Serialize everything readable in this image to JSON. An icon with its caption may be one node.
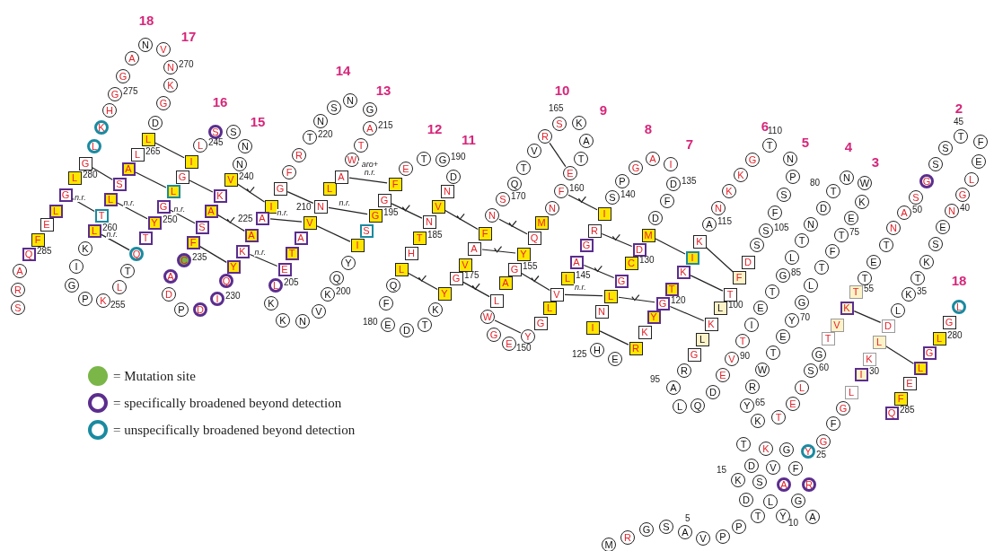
{
  "diagram": {
    "nodes": [
      {
        "text": [
          "M"
        ]
      },
      {
        "text": [
          "R"
        ]
      },
      {
        "text": [
          "G"
        ]
      },
      {
        "text": [
          "S"
        ]
      },
      {
        "text": [
          "A"
        ],
        "beside": [
          "5"
        ]
      },
      {
        "text": [
          "V"
        ]
      },
      {
        "text": [
          "P"
        ]
      },
      {
        "text": [
          "P"
        ]
      },
      {
        "text": [
          "T"
        ]
      },
      {
        "text": [
          "Y"
        ],
        "beside": [
          "10"
        ]
      },
      {
        "text": [
          "A"
        ]
      },
      {
        "text": [
          "G"
        ]
      },
      {
        "text": [
          "L"
        ]
      },
      {
        "text": [
          "D"
        ]
      },
      {
        "text": [
          "K"
        ],
        "beside": [
          "15"
        ]
      },
      {
        "text": [
          "S"
        ]
      },
      {
        "text": [
          "A"
        ]
      },
      {
        "text": [
          "R"
        ]
      },
      {
        "text": [
          "F"
        ]
      },
      {
        "text": [
          "V"
        ]
      },
      {
        "text": [
          "D"
        ]
      },
      {
        "text": [
          "T"
        ]
      },
      {
        "text": [
          "K"
        ]
      },
      {
        "text": [
          "G"
        ]
      },
      {
        "text": [
          "Y"
        ],
        "beside": [
          "25"
        ]
      },
      {
        "text": [
          "G"
        ]
      },
      {
        "text": [
          "F"
        ]
      },
      {
        "text": [
          "G"
        ]
      },
      {
        "text": [
          "L"
        ]
      },
      {
        "text": [
          "I"
        ],
        "beside": [
          "30"
        ]
      },
      {
        "text": [
          "K"
        ]
      },
      {
        "text": [
          "L"
        ]
      },
      {
        "text": [
          "D"
        ]
      },
      {
        "text": [
          "L"
        ]
      },
      {
        "text": [
          "K"
        ],
        "beside": [
          "35"
        ]
      },
      {
        "text": [
          "T"
        ]
      },
      {
        "text": [
          "K"
        ]
      },
      {
        "text": [
          "S"
        ]
      },
      {
        "text": [
          "E"
        ]
      },
      {
        "text": [
          "N"
        ],
        "beside": [
          "40"
        ]
      },
      {
        "text": [
          "G"
        ]
      },
      {
        "text": [
          "L"
        ]
      },
      {
        "text": [
          "E"
        ]
      },
      {
        "text": [
          "F"
        ]
      },
      {
        "text": [
          "T"
        ],
        "beside": [
          "45"
        ]
      },
      {
        "text": [
          "S"
        ]
      },
      {
        "text": [
          "S"
        ]
      },
      {
        "text": [
          "G"
        ]
      },
      {
        "text": [
          "S"
        ]
      },
      {
        "text": [
          "A"
        ],
        "beside": [
          "50"
        ]
      },
      {
        "text": [
          "N"
        ]
      },
      {
        "text": [
          "T"
        ]
      },
      {
        "text": [
          "E"
        ]
      },
      {
        "text": [
          "T"
        ]
      },
      {
        "text": [
          "T"
        ],
        "beside": [
          "55"
        ]
      },
      {
        "text": [
          "K"
        ]
      },
      {
        "text": [
          "V"
        ]
      },
      {
        "text": [
          "T"
        ]
      },
      {
        "text": [
          "G"
        ]
      },
      {
        "text": [
          "S"
        ],
        "beside": [
          "60"
        ]
      },
      {
        "text": [
          "L"
        ]
      },
      {
        "text": [
          "E"
        ]
      },
      {
        "text": [
          "T"
        ]
      },
      {
        "text": [
          "K"
        ]
      },
      {
        "text": [
          "Y"
        ],
        "beside": [
          "65"
        ]
      },
      {
        "text": [
          "R"
        ]
      },
      {
        "text": [
          "W"
        ]
      },
      {
        "text": [
          "T"
        ]
      },
      {
        "text": [
          "E"
        ]
      },
      {
        "text": [
          "Y"
        ],
        "beside": [
          "70"
        ]
      },
      {
        "text": [
          "G"
        ]
      },
      {
        "text": [
          "L"
        ]
      },
      {
        "text": [
          "T"
        ]
      },
      {
        "text": [
          "F"
        ]
      },
      {
        "text": [
          "T"
        ],
        "beside": [
          "75"
        ]
      },
      {
        "text": [
          "E"
        ]
      },
      {
        "text": [
          "K"
        ]
      },
      {
        "text": [
          "W"
        ]
      },
      {
        "text": [
          "N"
        ]
      },
      {
        "text": [
          "T"
        ],
        "beside": [
          "80"
        ]
      },
      {
        "text": [
          "D"
        ]
      },
      {
        "text": [
          "N"
        ]
      },
      {
        "text": [
          "T"
        ]
      },
      {
        "text": [
          "L"
        ]
      },
      {
        "text": [
          "G"
        ],
        "beside": [
          "85"
        ]
      },
      {
        "text": [
          "T"
        ]
      },
      {
        "text": [
          "E"
        ]
      },
      {
        "text": [
          "I"
        ]
      },
      {
        "text": [
          "T"
        ]
      },
      {
        "text": [
          "V"
        ],
        "beside": [
          "90"
        ]
      },
      {
        "text": [
          "E"
        ]
      },
      {
        "text": [
          "D"
        ]
      },
      {
        "text": [
          "Q"
        ]
      },
      {
        "text": [
          "L"
        ]
      },
      {
        "text": [
          "A"
        ],
        "beside": [
          "95"
        ]
      },
      {
        "text": [
          "R"
        ]
      },
      {
        "text": [
          "G"
        ]
      },
      {
        "text": [
          "L"
        ]
      },
      {
        "text": [
          "K"
        ]
      },
      {
        "text": [
          "L"
        ],
        "beside": [
          "100"
        ]
      },
      {
        "text": [
          "T"
        ]
      },
      {
        "text": [
          "F"
        ]
      },
      {
        "text": [
          "D"
        ]
      },
      {
        "text": [
          "S"
        ]
      },
      {
        "text": [
          "S"
        ],
        "beside": [
          "105"
        ]
      },
      {
        "text": [
          "F"
        ]
      },
      {
        "text": [
          "S"
        ]
      },
      {
        "text": [
          "P"
        ]
      },
      {
        "text": [
          "N"
        ]
      },
      {
        "text": [
          "T"
        ],
        "beside": [
          "110"
        ]
      },
      {
        "text": [
          "G"
        ]
      },
      {
        "text": [
          "K"
        ]
      },
      {
        "text": [
          "K"
        ]
      },
      {
        "text": [
          "N"
        ]
      },
      {
        "text": [
          "A"
        ],
        "beside": [
          "115"
        ]
      },
      {
        "text": [
          "K"
        ]
      },
      {
        "text": [
          "I"
        ]
      },
      {
        "text": [
          "K"
        ]
      },
      {
        "text": [
          "T"
        ]
      },
      {
        "text": [
          "G"
        ],
        "beside": [
          "120"
        ]
      },
      {
        "text": [
          "Y"
        ]
      },
      {
        "text": [
          "K"
        ]
      },
      {
        "text": [
          "R"
        ]
      },
      {
        "text": [
          "E"
        ]
      },
      {
        "text": [
          "H"
        ],
        "beside": [
          "125"
        ]
      },
      {
        "text": [
          "I"
        ]
      },
      {
        "text": [
          "N"
        ]
      },
      {
        "text": [
          "L"
        ]
      },
      {
        "text": [
          "G"
        ]
      },
      {
        "text": [
          "C"
        ],
        "beside": [
          "130"
        ]
      },
      {
        "text": [
          "D"
        ]
      },
      {
        "text": [
          "M"
        ]
      },
      {
        "text": [
          "D"
        ]
      },
      {
        "text": [
          "F"
        ]
      },
      {
        "text": [
          "D"
        ],
        "beside": [
          "135"
        ]
      },
      {
        "text": [
          "I"
        ]
      },
      {
        "text": [
          "A"
        ]
      },
      {
        "text": [
          "G"
        ]
      },
      {
        "text": [
          "P"
        ]
      },
      {
        "text": [
          "S"
        ],
        "beside": [
          "140"
        ]
      },
      {
        "text": [
          "I"
        ]
      },
      {
        "text": [
          "R"
        ]
      },
      {
        "text": [
          "G"
        ]
      },
      {
        "text": [
          "A"
        ]
      },
      {
        "text": [
          "L"
        ],
        "beside": [
          "145"
        ]
      },
      {
        "text": [
          "V"
        ]
      },
      {
        "text": [
          "L"
        ]
      },
      {
        "text": [
          "G"
        ]
      },
      {
        "text": [
          "Y"
        ]
      },
      {
        "text": [
          "E"
        ],
        "beside": [
          "150"
        ]
      },
      {
        "text": [
          "G"
        ]
      },
      {
        "text": [
          "W"
        ]
      },
      {
        "text": [
          "L"
        ]
      },
      {
        "text": [
          "A"
        ]
      },
      {
        "text": [
          "G"
        ],
        "beside": [
          "155"
        ]
      },
      {
        "text": [
          "Y"
        ]
      },
      {
        "text": [
          "Q"
        ]
      },
      {
        "text": [
          "M"
        ]
      },
      {
        "text": [
          "N"
        ]
      },
      {
        "text": [
          "F"
        ],
        "beside": [
          "160"
        ]
      },
      {
        "text": [
          "E"
        ]
      },
      {
        "text": [
          "T"
        ]
      },
      {
        "text": [
          "A"
        ]
      },
      {
        "text": [
          "K"
        ]
      },
      {
        "text": [
          "S"
        ],
        "beside": [
          "165"
        ]
      },
      {
        "text": [
          "R"
        ]
      },
      {
        "text": [
          "V"
        ]
      },
      {
        "text": [
          "T"
        ]
      },
      {
        "text": [
          "Q"
        ]
      },
      {
        "text": [
          "S"
        ],
        "beside": [
          "170"
        ]
      },
      {
        "text": [
          "N"
        ]
      },
      {
        "text": [
          "F"
        ]
      },
      {
        "text": [
          "A"
        ]
      },
      {
        "text": [
          "V"
        ]
      },
      {
        "text": [
          "G"
        ],
        "beside": [
          "175"
        ]
      },
      {
        "text": [
          "Y"
        ]
      },
      {
        "text": [
          "K"
        ]
      },
      {
        "text": [
          "T"
        ]
      },
      {
        "text": [
          "D"
        ]
      },
      {
        "text": [
          "E"
        ],
        "beside": [
          "180"
        ]
      },
      {
        "text": [
          "F"
        ]
      },
      {
        "text": [
          "Q"
        ]
      },
      {
        "text": [
          "L"
        ]
      },
      {
        "text": [
          "H"
        ]
      },
      {
        "text": [
          "T"
        ],
        "beside": [
          "185"
        ]
      },
      {
        "text": [
          "N"
        ]
      },
      {
        "text": [
          "V"
        ]
      },
      {
        "text": [
          "N"
        ]
      },
      {
        "text": [
          "D"
        ]
      },
      {
        "text": [
          "G"
        ],
        "beside": [
          "190"
        ]
      },
      {
        "text": [
          "T"
        ]
      },
      {
        "text": [
          "E"
        ]
      },
      {
        "text": [
          "F"
        ]
      },
      {
        "text": [
          "G"
        ]
      },
      {
        "text": [
          "G"
        ],
        "beside": [
          "195"
        ]
      },
      {
        "text": [
          "S"
        ]
      },
      {
        "text": [
          "I"
        ]
      },
      {
        "text": [
          "Y"
        ]
      },
      {
        "text": [
          "Q"
        ]
      },
      {
        "text": [
          "K"
        ],
        "beside": [
          "200"
        ]
      },
      {
        "text": [
          "V"
        ]
      },
      {
        "text": [
          "N"
        ]
      },
      {
        "text": [
          "K"
        ]
      },
      {
        "text": [
          "K"
        ]
      },
      {
        "text": [
          "L"
        ],
        "beside": [
          "205"
        ]
      },
      {
        "text": [
          "E"
        ]
      },
      {
        "text": [
          "T"
        ]
      },
      {
        "text": [
          "A"
        ]
      },
      {
        "text": [
          "V"
        ]
      },
      {
        "text": [
          "N"
        ],
        "beside": [
          "210"
        ]
      },
      {
        "text": [
          "L"
        ]
      },
      {
        "text": [
          "A"
        ]
      },
      {
        "text": [
          "W"
        ]
      },
      {
        "text": [
          "T"
        ]
      },
      {
        "text": [
          "A"
        ],
        "beside": [
          "215"
        ]
      },
      {
        "text": [
          "G"
        ]
      },
      {
        "text": [
          "N"
        ]
      },
      {
        "text": [
          "S"
        ]
      },
      {
        "text": [
          "N"
        ]
      },
      {
        "text": [
          "T"
        ],
        "beside": [
          "220"
        ]
      },
      {
        "text": [
          "R"
        ]
      },
      {
        "text": [
          "F"
        ]
      },
      {
        "text": [
          "G"
        ]
      },
      {
        "text": [
          "I"
        ]
      },
      {
        "text": [
          "A"
        ],
        "beside": [
          "225"
        ]
      },
      {
        "text": [
          "A"
        ]
      },
      {
        "text": [
          "K"
        ]
      },
      {
        "text": [
          "Y"
        ]
      },
      {
        "text": [
          "Q"
        ]
      },
      {
        "text": [
          "I"
        ],
        "beside": [
          "230"
        ]
      },
      {
        "text": [
          "D"
        ]
      },
      {
        "text": [
          "P"
        ]
      },
      {
        "text": [
          "D"
        ]
      },
      {
        "text": [
          "A"
        ]
      },
      {
        "text": [
          "C"
        ],
        "beside": [
          "235"
        ]
      },
      {
        "text": [
          "F"
        ]
      },
      {
        "text": [
          "S"
        ]
      },
      {
        "text": [
          "A"
        ]
      },
      {
        "text": [
          "K"
        ]
      },
      {
        "text": [
          "V"
        ],
        "beside": [
          "240"
        ]
      },
      {
        "text": [
          "N"
        ]
      },
      {
        "text": [
          "N"
        ]
      },
      {
        "text": [
          "S"
        ]
      },
      {
        "text": [
          "S"
        ]
      },
      {
        "text": [
          "L"
        ],
        "beside": [
          "245"
        ]
      },
      {
        "text": [
          "I"
        ]
      },
      {
        "text": [
          "G"
        ]
      },
      {
        "text": [
          "L"
        ]
      },
      {
        "text": [
          "G"
        ]
      },
      {
        "text": [
          "Y"
        ],
        "beside": [
          "250"
        ]
      },
      {
        "text": [
          "T"
        ]
      },
      {
        "text": [
          "Q"
        ]
      },
      {
        "text": [
          "T"
        ]
      },
      {
        "text": [
          "L"
        ]
      },
      {
        "text": [
          "K"
        ],
        "beside": [
          "255"
        ]
      },
      {
        "text": [
          "P"
        ]
      },
      {
        "text": [
          "G"
        ]
      },
      {
        "text": [
          "I"
        ]
      },
      {
        "text": [
          "K"
        ]
      },
      {
        "text": [
          "L"
        ],
        "beside": [
          "260"
        ]
      },
      {
        "text": [
          "T"
        ]
      },
      {
        "text": [
          "L"
        ]
      },
      {
        "text": [
          "S"
        ]
      },
      {
        "text": [
          "A"
        ]
      },
      {
        "text": [
          "L"
        ],
        "beside": [
          "265"
        ]
      },
      {
        "text": [
          "L"
        ]
      },
      {
        "text": [
          "D"
        ]
      },
      {
        "text": [
          "G"
        ]
      },
      {
        "text": [
          "K"
        ]
      },
      {
        "text": [
          "N"
        ],
        "beside": [
          "270"
        ]
      },
      {
        "text": [
          "V"
        ]
      },
      {
        "text": [
          "N"
        ]
      },
      {
        "text": [
          "A"
        ]
      },
      {
        "text": [
          "G"
        ]
      },
      {
        "text": [
          "G"
        ],
        "beside": [
          "275"
        ]
      },
      {
        "text": [
          "H"
        ]
      },
      {
        "text": [
          "K"
        ]
      },
      {
        "text": [
          "L"
        ]
      },
      {
        "text": [
          "G"
        ]
      },
      {
        "text": [
          "L"
        ],
        "beside": [
          "280"
        ]
      },
      {
        "text": [
          "G"
        ]
      },
      {
        "text": [
          "L"
        ]
      },
      {
        "text": [
          "E"
        ]
      },
      {
        "text": [
          "F"
        ]
      },
      {
        "text": [
          "Q"
        ],
        "beside": [
          "285"
        ]
      },
      {
        "text": [
          "A"
        ]
      },
      {
        "text": [
          "R"
        ]
      },
      {
        "text": [
          "S"
        ]
      },
      {
        "text": [
          "L"
        ]
      },
      {
        "text": [
          "G"
        ]
      },
      {
        "text": [
          "L"
        ],
        "beside": [
          "280"
        ]
      },
      {
        "text": [
          "G"
        ]
      },
      {
        "text": [
          "L"
        ]
      },
      {
        "text": [
          "E"
        ]
      },
      {
        "text": [
          "F"
        ]
      },
      {
        "text": [
          "Q"
        ],
        "beside": [
          "285"
        ]
      }
    ],
    "edges": [
      {
        "from": 278,
        "to": 262,
        "arrow": "none"
      },
      {
        "from": 280,
        "to": 260,
        "arrow": "none",
        "label": "n.r."
      },
      {
        "from": 265,
        "to": 245,
        "arrow": "none"
      },
      {
        "from": 263,
        "to": 247,
        "arrow": "none"
      },
      {
        "from": 261,
        "to": 249,
        "arrow": "none",
        "label": "n.r."
      },
      {
        "from": 259,
        "to": 251,
        "arrow": "none",
        "label": "n.r."
      },
      {
        "from": 246,
        "to": 238,
        "arrow": "none"
      },
      {
        "from": 248,
        "to": 236,
        "arrow": "none",
        "label": "n.r."
      },
      {
        "from": 235,
        "to": 227,
        "arrow": "none"
      },
      {
        "from": 239,
        "to": 223,
        "arrow": "none"
      },
      {
        "from": 237,
        "to": 225,
        "arrow": "none"
      },
      {
        "from": 222,
        "to": 209,
        "arrow": "none"
      },
      {
        "from": 224,
        "to": 208,
        "arrow": "none",
        "label": "n.r."
      },
      {
        "from": 226,
        "to": 205,
        "arrow": "none",
        "label": "n.r."
      },
      {
        "from": 211,
        "to": 192,
        "arrow": "none",
        "label": "aro+ n.r."
      },
      {
        "from": 209,
        "to": 194,
        "arrow": "none",
        "label": "n.r."
      },
      {
        "from": 208,
        "to": 196,
        "arrow": "none"
      },
      {
        "from": 193,
        "to": 185,
        "arrow": "none"
      },
      {
        "from": 182,
        "to": 175,
        "arrow": "none"
      },
      {
        "from": 186,
        "to": 171,
        "arrow": "none"
      },
      {
        "from": 170,
        "to": 156,
        "arrow": "none"
      },
      {
        "from": 172,
        "to": 155,
        "arrow": "none"
      },
      {
        "from": 174,
        "to": 152,
        "arrow": "none"
      },
      {
        "from": 165,
        "to": 160,
        "arrow": "none"
      },
      {
        "from": 151,
        "to": 148,
        "arrow": "none"
      },
      {
        "from": 154,
        "to": 145,
        "arrow": "none"
      },
      {
        "from": 159,
        "to": 140,
        "arrow": "none"
      },
      {
        "from": 141,
        "to": 130,
        "arrow": "none"
      },
      {
        "from": 143,
        "to": 128,
        "arrow": "none"
      },
      {
        "from": 145,
        "to": 127,
        "arrow": "none",
        "label": "n.r."
      },
      {
        "from": 127,
        "to": 119,
        "arrow": "none"
      },
      {
        "from": 125,
        "to": 122,
        "arrow": "none"
      },
      {
        "from": 131,
        "to": 116,
        "arrow": "none"
      },
      {
        "from": 119,
        "to": 98,
        "arrow": "none"
      },
      {
        "from": 115,
        "to": 101,
        "arrow": "none"
      },
      {
        "from": 117,
        "to": 100,
        "arrow": "none"
      },
      {
        "from": 55,
        "to": 32,
        "arrow": "none"
      },
      {
        "from": 31,
        "to": 292,
        "arrow": "none"
      }
    ],
    "labels": [
      "18",
      "17",
      "16",
      "15",
      "14",
      "13",
      "12",
      "11",
      "10",
      "9",
      "8",
      "7",
      "6",
      "5",
      "4",
      "3",
      "2",
      "18"
    ],
    "legend": [
      {
        "text": "= Mutation site",
        "color": "#7ab648"
      },
      {
        "text": "= specifically broadened beyond detection",
        "color": "#5b2d8e"
      },
      {
        "text": "= unspecifically broadened beyond detection",
        "color": "#1a8aa0"
      }
    ]
  }
}
